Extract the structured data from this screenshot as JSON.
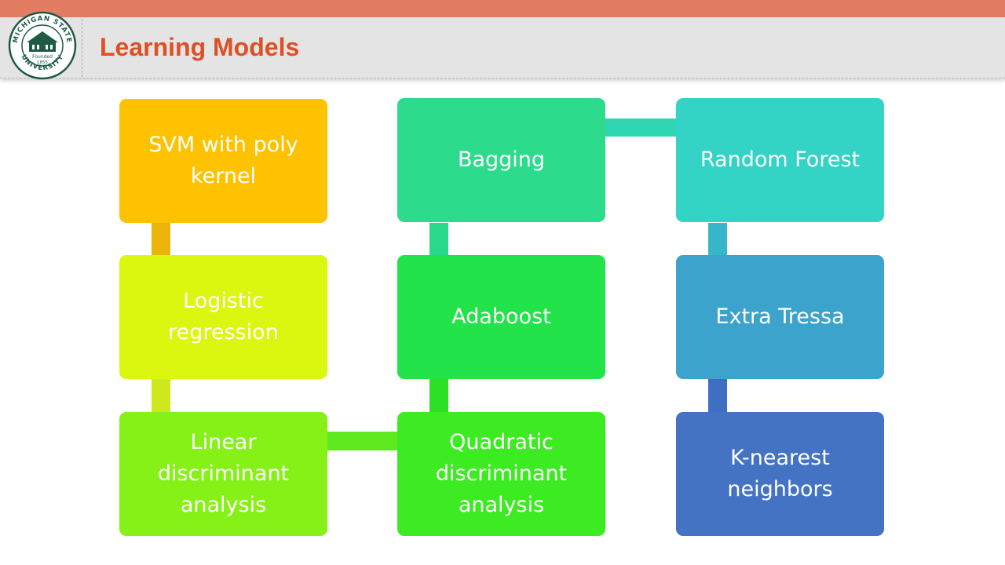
{
  "header": {
    "title": "Learning Models",
    "logo": {
      "name": "university-seal",
      "text_top": "MICHIGAN STATE",
      "text_bottom": "UNIVERSITY",
      "founded": "Founded",
      "year": "1855"
    }
  },
  "colors": {
    "topbar": "#e27d64",
    "title": "#dd4f25",
    "header_bg": "#e4e4e4",
    "seal": "#1f5a44"
  },
  "models": {
    "svm": {
      "label": "SVM with poly kernel",
      "color": "#fec200"
    },
    "logistic": {
      "label": "Logistic regression",
      "color": "#dbf60f"
    },
    "lda": {
      "label": "Linear discriminant analysis",
      "color": "#85f116"
    },
    "qda": {
      "label": "Quadratic discriminant analysis",
      "color": "#3ceb22"
    },
    "adaboost": {
      "label": "Adaboost",
      "color": "#22e349"
    },
    "bagging": {
      "label": "Bagging",
      "color": "#2ddb8c"
    },
    "random_forest": {
      "label": "Random Forest",
      "color": "#33d3c6"
    },
    "extra_trees": {
      "label": "Extra Tressa",
      "color": "#3ba3cc"
    },
    "knn": {
      "label": "K-nearest neighbors",
      "color": "#4473c4"
    }
  }
}
